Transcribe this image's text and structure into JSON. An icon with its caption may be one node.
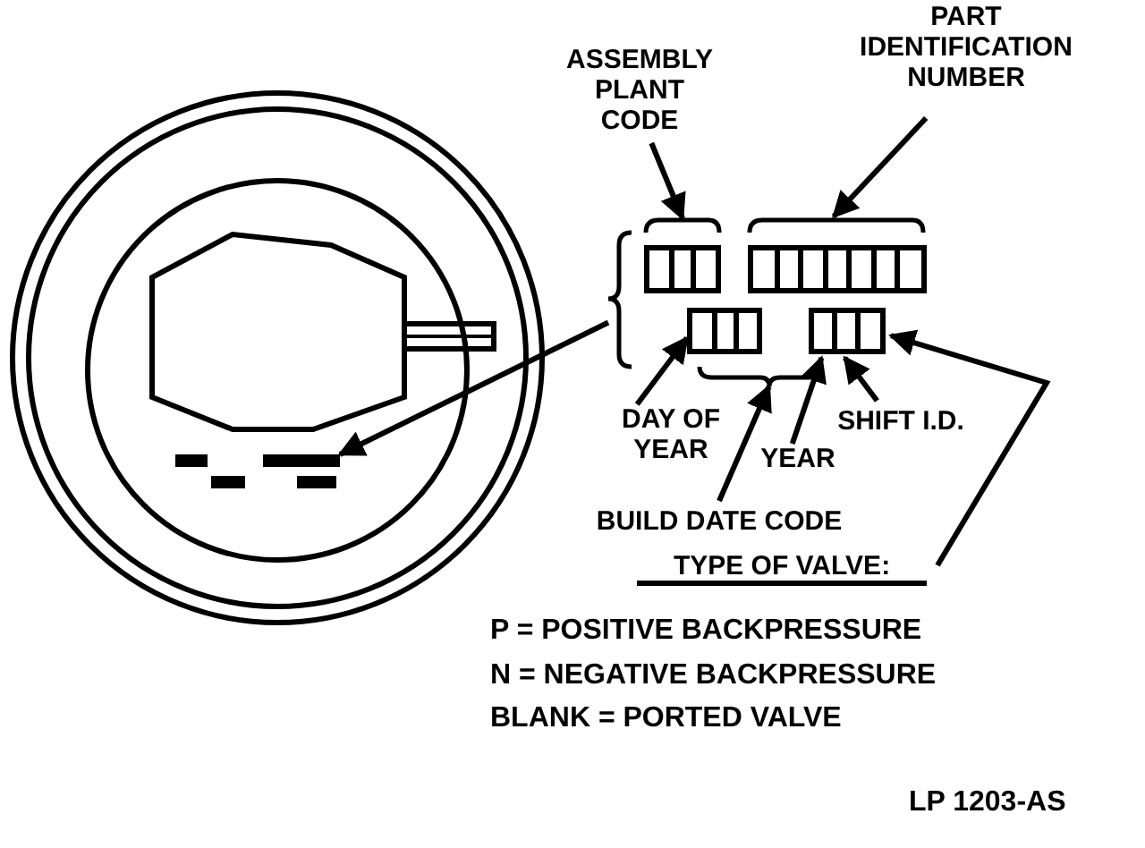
{
  "diagram": {
    "nodes": [
      {
        "text": [
          "ASSEMBLY PLANT CODE"
        ]
      },
      {
        "text": [
          "PART IDENTIFICATION NUMBER"
        ]
      },
      {
        "text": [],
        "shape": "bracket"
      },
      {
        "text": [],
        "shape": "box"
      },
      {
        "text": [],
        "shape": "box"
      },
      {
        "text": [],
        "shape": "box"
      },
      {
        "text": [],
        "shape": "box"
      },
      {
        "text": [],
        "shape": "box"
      },
      {
        "text": [],
        "shape": "box"
      },
      {
        "text": [
          "DAY OF YEAR"
        ]
      },
      {
        "text": [
          "YEAR"
        ]
      },
      {
        "text": [
          "SHIFT I.D."
        ]
      },
      {
        "text": [
          "BUILD DATE CODE"
        ]
      },
      {
        "text": [
          "TYPE OF VALVE:"
        ]
      },
      {
        "text": [],
        "shape": "marking"
      },
      {
        "text": [],
        "shape": "bracket"
      }
    ],
    "edges": [
      {
        "from": 0,
        "to": 3,
        "arrow": "to"
      },
      {
        "from": 1,
        "to": 4,
        "arrow": "to"
      },
      {
        "from": 2,
        "to": 14,
        "arrow": "to"
      },
      {
        "from": 9,
        "to": 5,
        "arrow": "to"
      },
      {
        "from": 10,
        "to": 6,
        "arrow": "to"
      },
      {
        "from": 11,
        "to": 7,
        "arrow": "to"
      },
      {
        "from": 12,
        "to": 15,
        "arrow": "to"
      },
      {
        "from": 13,
        "to": 8,
        "arrow": "to"
      }
    ],
    "labels": [
      "P = POSITIVE BACKPRESSURE",
      "N = NEGATIVE BACKPRESSURE",
      "BLANK = PORTED VALVE",
      "LP 1203-AS"
    ]
  }
}
